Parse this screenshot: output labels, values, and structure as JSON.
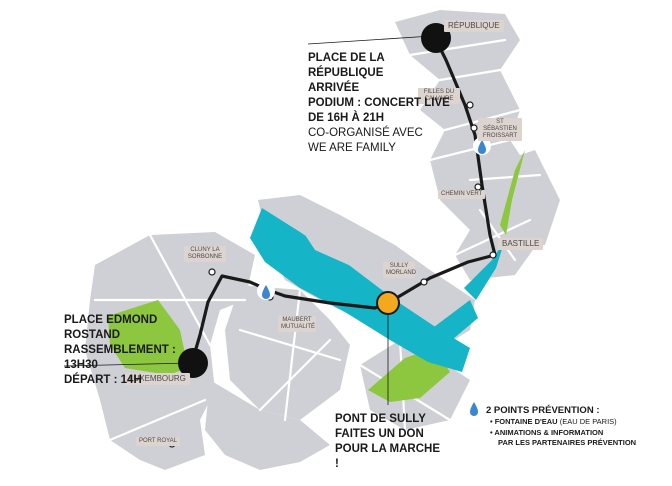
{
  "places": {
    "republique": "RÉPUBLIQUE",
    "filles_du_calvaire": "FILLES DU CALVAIRE",
    "st_sebastien": "ST SÉBASTIEN FROISSART",
    "chemin_vert": "CHEMIN VERT",
    "bastille": "BASTILLE",
    "sully_morland": "SULLY MORLAND",
    "cluny": "CLUNY LA SORBONNE",
    "maubert": "MAUBERT MUTUALITÉ",
    "luxembourg": "LUXEMBOURG",
    "port_royal": "PORT ROYAL"
  },
  "arrival": {
    "line1": "PLACE DE LA RÉPUBLIQUE",
    "line2": "ARRIVÉE",
    "line3": "PODIUM : CONCERT LIVE",
    "line4": "DE 16H À 21H",
    "line5": "CO-ORGANISÉ AVEC",
    "line6": "WE ARE FAMILY"
  },
  "start": {
    "line1": "PLACE EDMOND ROSTAND",
    "line2": "RASSEMBLEMENT : 13H30",
    "line3": "DÉPART : 14H"
  },
  "sully": {
    "line1": "PONT DE SULLY",
    "line2": "FAITES UN DON",
    "line3": "POUR LA MARCHE !"
  },
  "legend": {
    "title": "2 POINTS PRÉVENTION :",
    "item1_main": "• FONTAINE D'EAU",
    "item1_sub": "(EAU DE PARIS)",
    "item2_line1": "• ANIMATIONS & INFORMATION",
    "item2_line2": "PAR LES PARTENAIRES PRÉVENTION"
  },
  "colors": {
    "district": "#cfd0d6",
    "street": "#ffffff",
    "river": "#16b4c7",
    "park": "#8dc63f",
    "route": "#1a1a1a",
    "sully_marker": "#f4a81d",
    "drop": "#3a86d0",
    "label_bg": "#ddd4d0"
  }
}
